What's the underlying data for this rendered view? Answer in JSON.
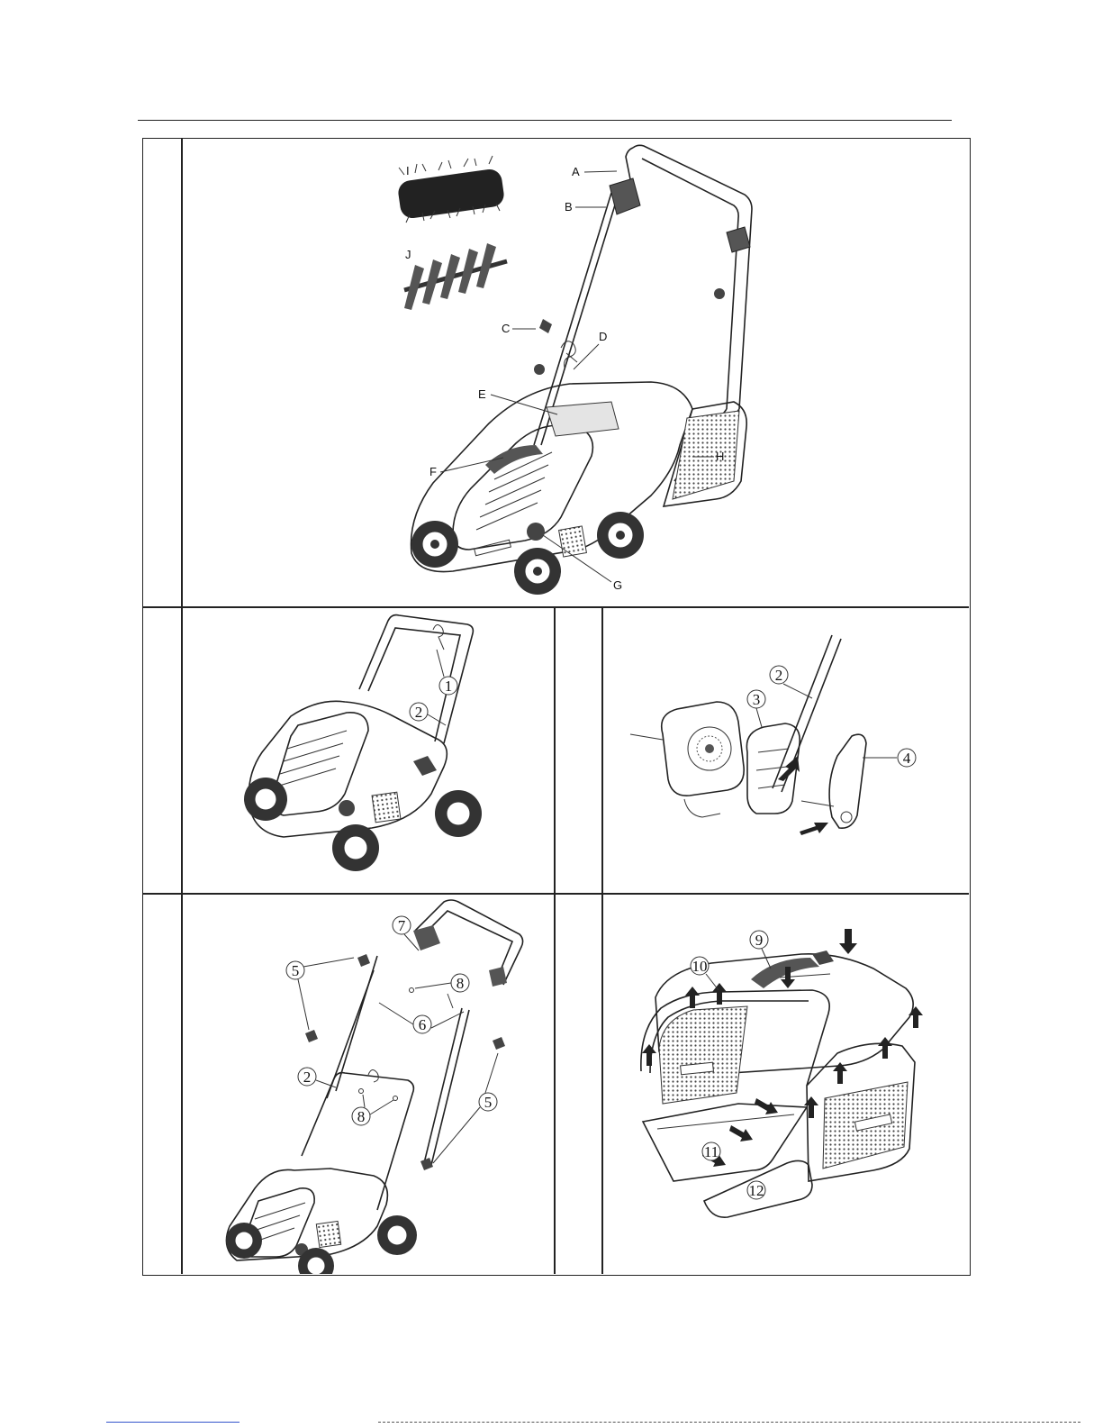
{
  "overview": {
    "labels": [
      {
        "key": "A"
      },
      {
        "key": "B"
      },
      {
        "key": "C"
      },
      {
        "key": "D"
      },
      {
        "key": "E"
      },
      {
        "key": "F"
      },
      {
        "key": "G"
      },
      {
        "key": "H"
      },
      {
        "key": "I"
      },
      {
        "key": "J"
      }
    ]
  },
  "step1": {
    "callouts": [
      "1",
      "2"
    ]
  },
  "step2": {
    "callouts": [
      "2",
      "3",
      "4"
    ]
  },
  "step3": {
    "callouts": [
      "7",
      "5",
      "8",
      "6",
      "2",
      "8",
      "5"
    ]
  },
  "step4": {
    "callouts": [
      "9",
      "10",
      "11",
      "12"
    ]
  }
}
